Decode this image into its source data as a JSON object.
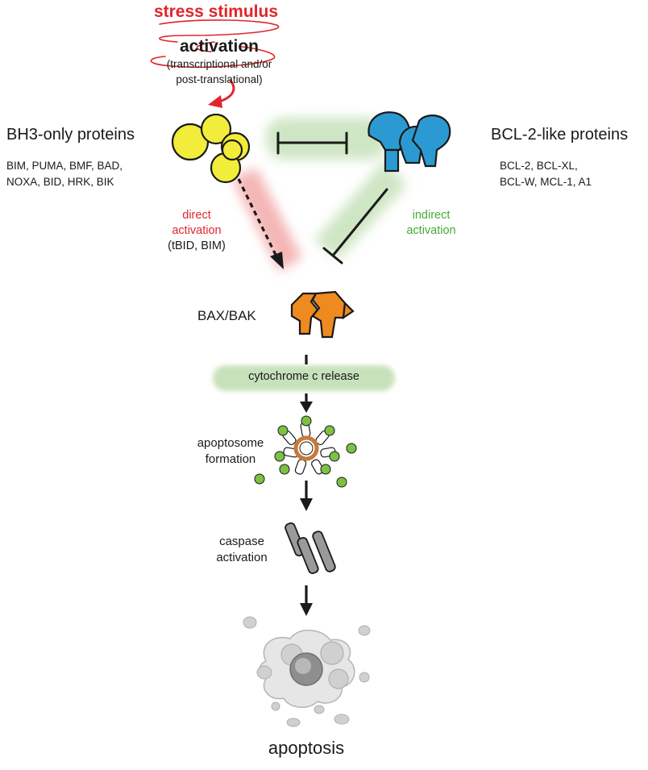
{
  "diagram": {
    "stimulus": "stress stimulus",
    "activation_title": "activation",
    "activation_sub_1": "(transcriptional and/or",
    "activation_sub_2": "post-translational)",
    "bh3_title": "BH3-only proteins",
    "bh3_list_1": "BIM, PUMA, BMF, BAD,",
    "bh3_list_2": "NOXA, BID, HRK, BIK",
    "bcl2_title": "BCL-2-like proteins",
    "bcl2_list_1": "BCL-2, BCL-XL,",
    "bcl2_list_2": "BCL-W, MCL-1, A1",
    "direct_1": "direct",
    "direct_2": "activation",
    "direct_3": "(tBID, BIM)",
    "indirect_1": "indirect",
    "indirect_2": "activation",
    "baxbak": "BAX/BAK",
    "cytochrome": "cytochrome c release",
    "apoptosome_1": "apoptosome",
    "apoptosome_2": "formation",
    "caspase_1": "caspase",
    "caspase_2": "activation",
    "apoptosis": "apoptosis"
  },
  "colors": {
    "red": "#e0262b",
    "red_glow": "#f4b6b6",
    "green_glow": "#cfe6c4",
    "yellow": "#f2ec3a",
    "blue": "#2b9ad2",
    "orange": "#ee8a1f",
    "green_dot": "#7cc242",
    "gray": "#9a9a9a"
  }
}
